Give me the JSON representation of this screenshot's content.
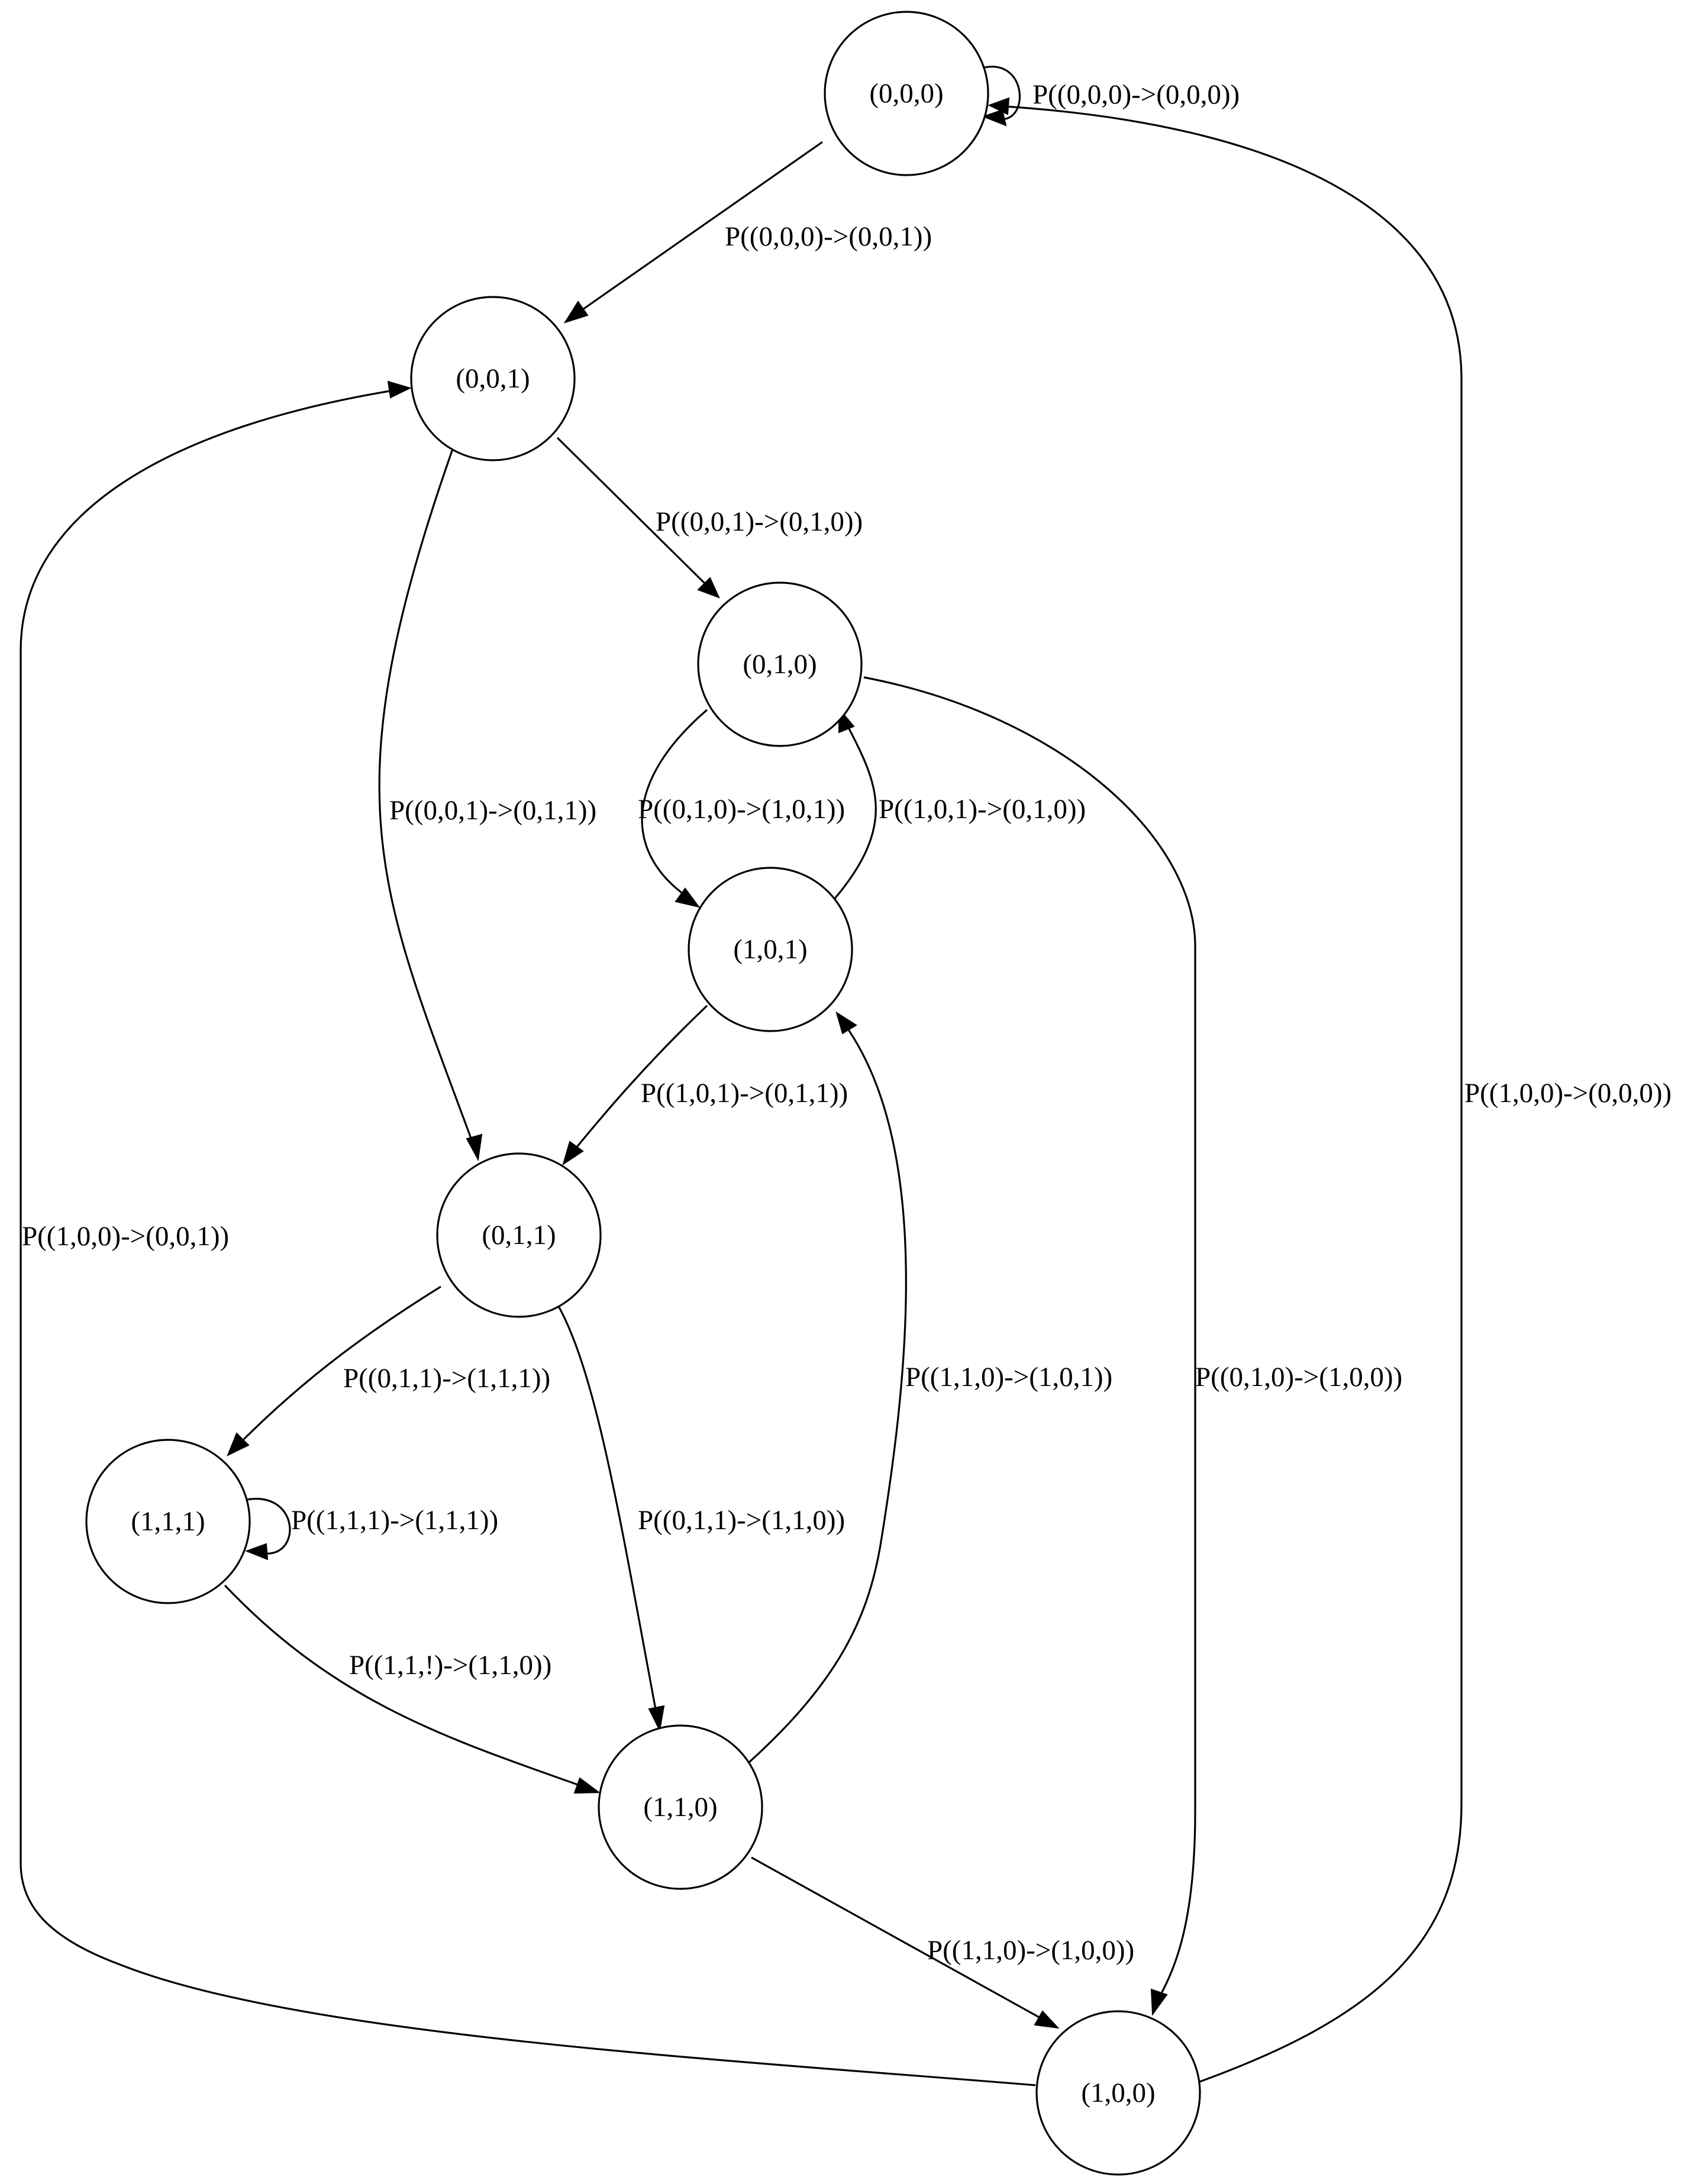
{
  "nodes": [
    {
      "id": "n000",
      "label": "(0,0,0)"
    },
    {
      "id": "n001",
      "label": "(0,0,1)"
    },
    {
      "id": "n010",
      "label": "(0,1,0)"
    },
    {
      "id": "n101",
      "label": "(1,0,1)"
    },
    {
      "id": "n011",
      "label": "(0,1,1)"
    },
    {
      "id": "n111",
      "label": "(1,1,1)"
    },
    {
      "id": "n110",
      "label": "(1,1,0)"
    },
    {
      "id": "n100",
      "label": "(1,0,0)"
    }
  ],
  "edges": [
    {
      "id": "e000_000",
      "from": "(0,0,0)",
      "to": "(0,0,0)",
      "label": "P((0,0,0)->(0,0,0))"
    },
    {
      "id": "e000_001",
      "from": "(0,0,0)",
      "to": "(0,0,1)",
      "label": "P((0,0,0)->(0,0,1))"
    },
    {
      "id": "e001_010",
      "from": "(0,0,1)",
      "to": "(0,1,0)",
      "label": "P((0,0,1)->(0,1,0))"
    },
    {
      "id": "e001_011",
      "from": "(0,0,1)",
      "to": "(0,1,1)",
      "label": "P((0,0,1)->(0,1,1))"
    },
    {
      "id": "e010_101",
      "from": "(0,1,0)",
      "to": "(1,0,1)",
      "label": "P((0,1,0)->(1,0,1))"
    },
    {
      "id": "e101_010",
      "from": "(1,0,1)",
      "to": "(0,1,0)",
      "label": "P((1,0,1)->(0,1,0))"
    },
    {
      "id": "e010_100",
      "from": "(0,1,0)",
      "to": "(1,0,0)",
      "label": "P((0,1,0)->(1,0,0))"
    },
    {
      "id": "e101_011",
      "from": "(1,0,1)",
      "to": "(0,1,1)",
      "label": "P((1,0,1)->(0,1,1))"
    },
    {
      "id": "e011_111",
      "from": "(0,1,1)",
      "to": "(1,1,1)",
      "label": "P((0,1,1)->(1,1,1))"
    },
    {
      "id": "e011_110",
      "from": "(0,1,1)",
      "to": "(1,1,0)",
      "label": "P((0,1,1)->(1,1,0))"
    },
    {
      "id": "e111_111",
      "from": "(1,1,1)",
      "to": "(1,1,1)",
      "label": "P((1,1,1)->(1,1,1))"
    },
    {
      "id": "e111_110",
      "from": "(1,1,1)",
      "to": "(1,1,0)",
      "label": "P((1,1,!)->(1,1,0))"
    },
    {
      "id": "e110_101",
      "from": "(1,1,0)",
      "to": "(1,0,1)",
      "label": "P((1,1,0)->(1,0,1))"
    },
    {
      "id": "e110_100",
      "from": "(1,1,0)",
      "to": "(1,0,0)",
      "label": "P((1,1,0)->(1,0,0))"
    },
    {
      "id": "e100_000",
      "from": "(1,0,0)",
      "to": "(0,0,0)",
      "label": "P((1,0,0)->(0,0,0))"
    },
    {
      "id": "e100_001",
      "from": "(1,0,0)",
      "to": "(0,0,1)",
      "label": "P((1,0,0)->(0,0,1))"
    }
  ]
}
